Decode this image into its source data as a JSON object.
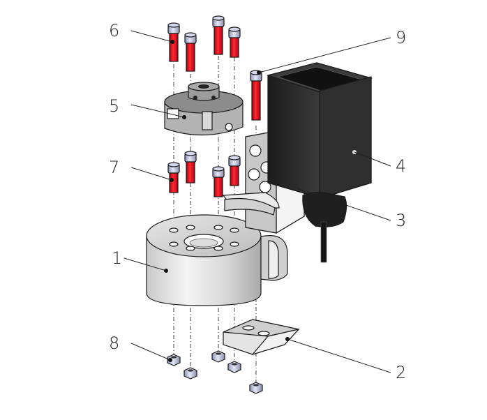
{
  "callouts": [
    {
      "id": "1",
      "label": "1"
    },
    {
      "id": "2",
      "label": "2"
    },
    {
      "id": "3",
      "label": "3"
    },
    {
      "id": "4",
      "label": "4"
    },
    {
      "id": "5",
      "label": "5"
    },
    {
      "id": "6",
      "label": "6"
    },
    {
      "id": "7",
      "label": "7"
    },
    {
      "id": "8",
      "label": "8"
    },
    {
      "id": "9",
      "label": "9"
    }
  ],
  "colors": {
    "screw_body": "#e8141f",
    "screw_head": "#b9bfdc",
    "nut": "#b9bfdc",
    "housing": "#d6d6d6",
    "plate": "#b5b5b5",
    "motor": "#2b2b2b"
  }
}
